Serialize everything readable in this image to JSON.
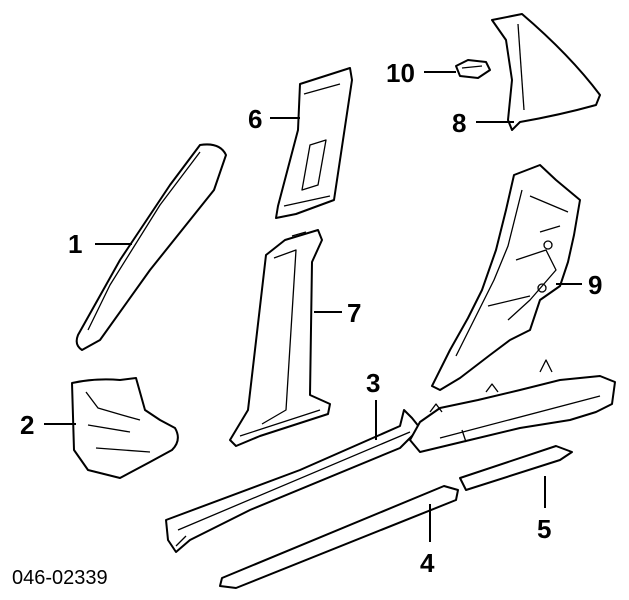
{
  "diagram": {
    "part_number": "046-02339",
    "callouts": [
      "1",
      "2",
      "3",
      "4",
      "5",
      "6",
      "7",
      "8",
      "9",
      "10"
    ]
  }
}
